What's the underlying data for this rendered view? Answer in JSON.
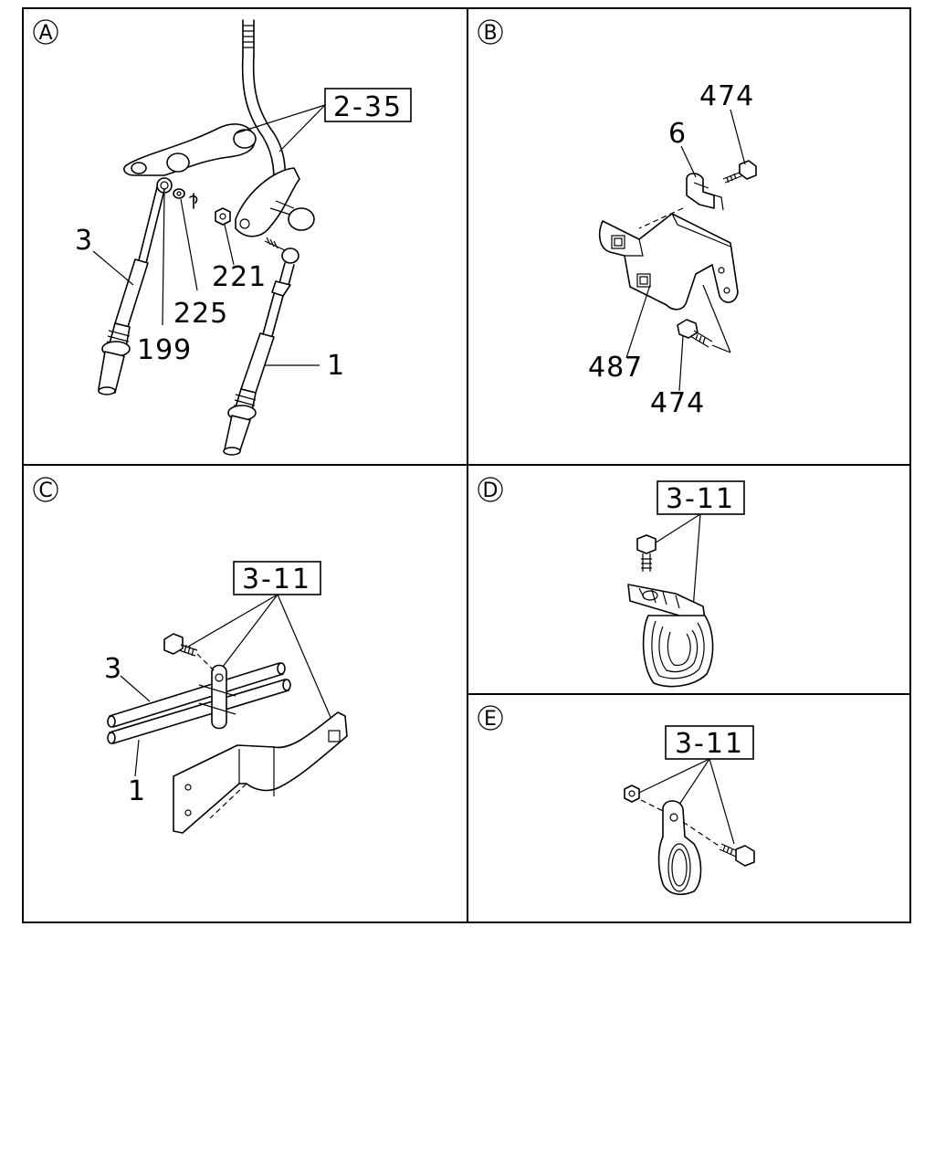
{
  "panels": {
    "A": {
      "letter": "A",
      "ref": "2-35",
      "callouts": {
        "c3": "3",
        "c199": "199",
        "c225": "225",
        "c221": "221",
        "c1": "1"
      }
    },
    "B": {
      "letter": "B",
      "callouts": {
        "c474_top": "474",
        "c6": "6",
        "c487": "487",
        "c474_bot": "474"
      }
    },
    "C": {
      "letter": "C",
      "ref": "3-11",
      "callouts": {
        "c3": "3",
        "c1": "1"
      }
    },
    "D": {
      "letter": "D",
      "ref": "3-11"
    },
    "E": {
      "letter": "E",
      "ref": "3-11"
    }
  }
}
